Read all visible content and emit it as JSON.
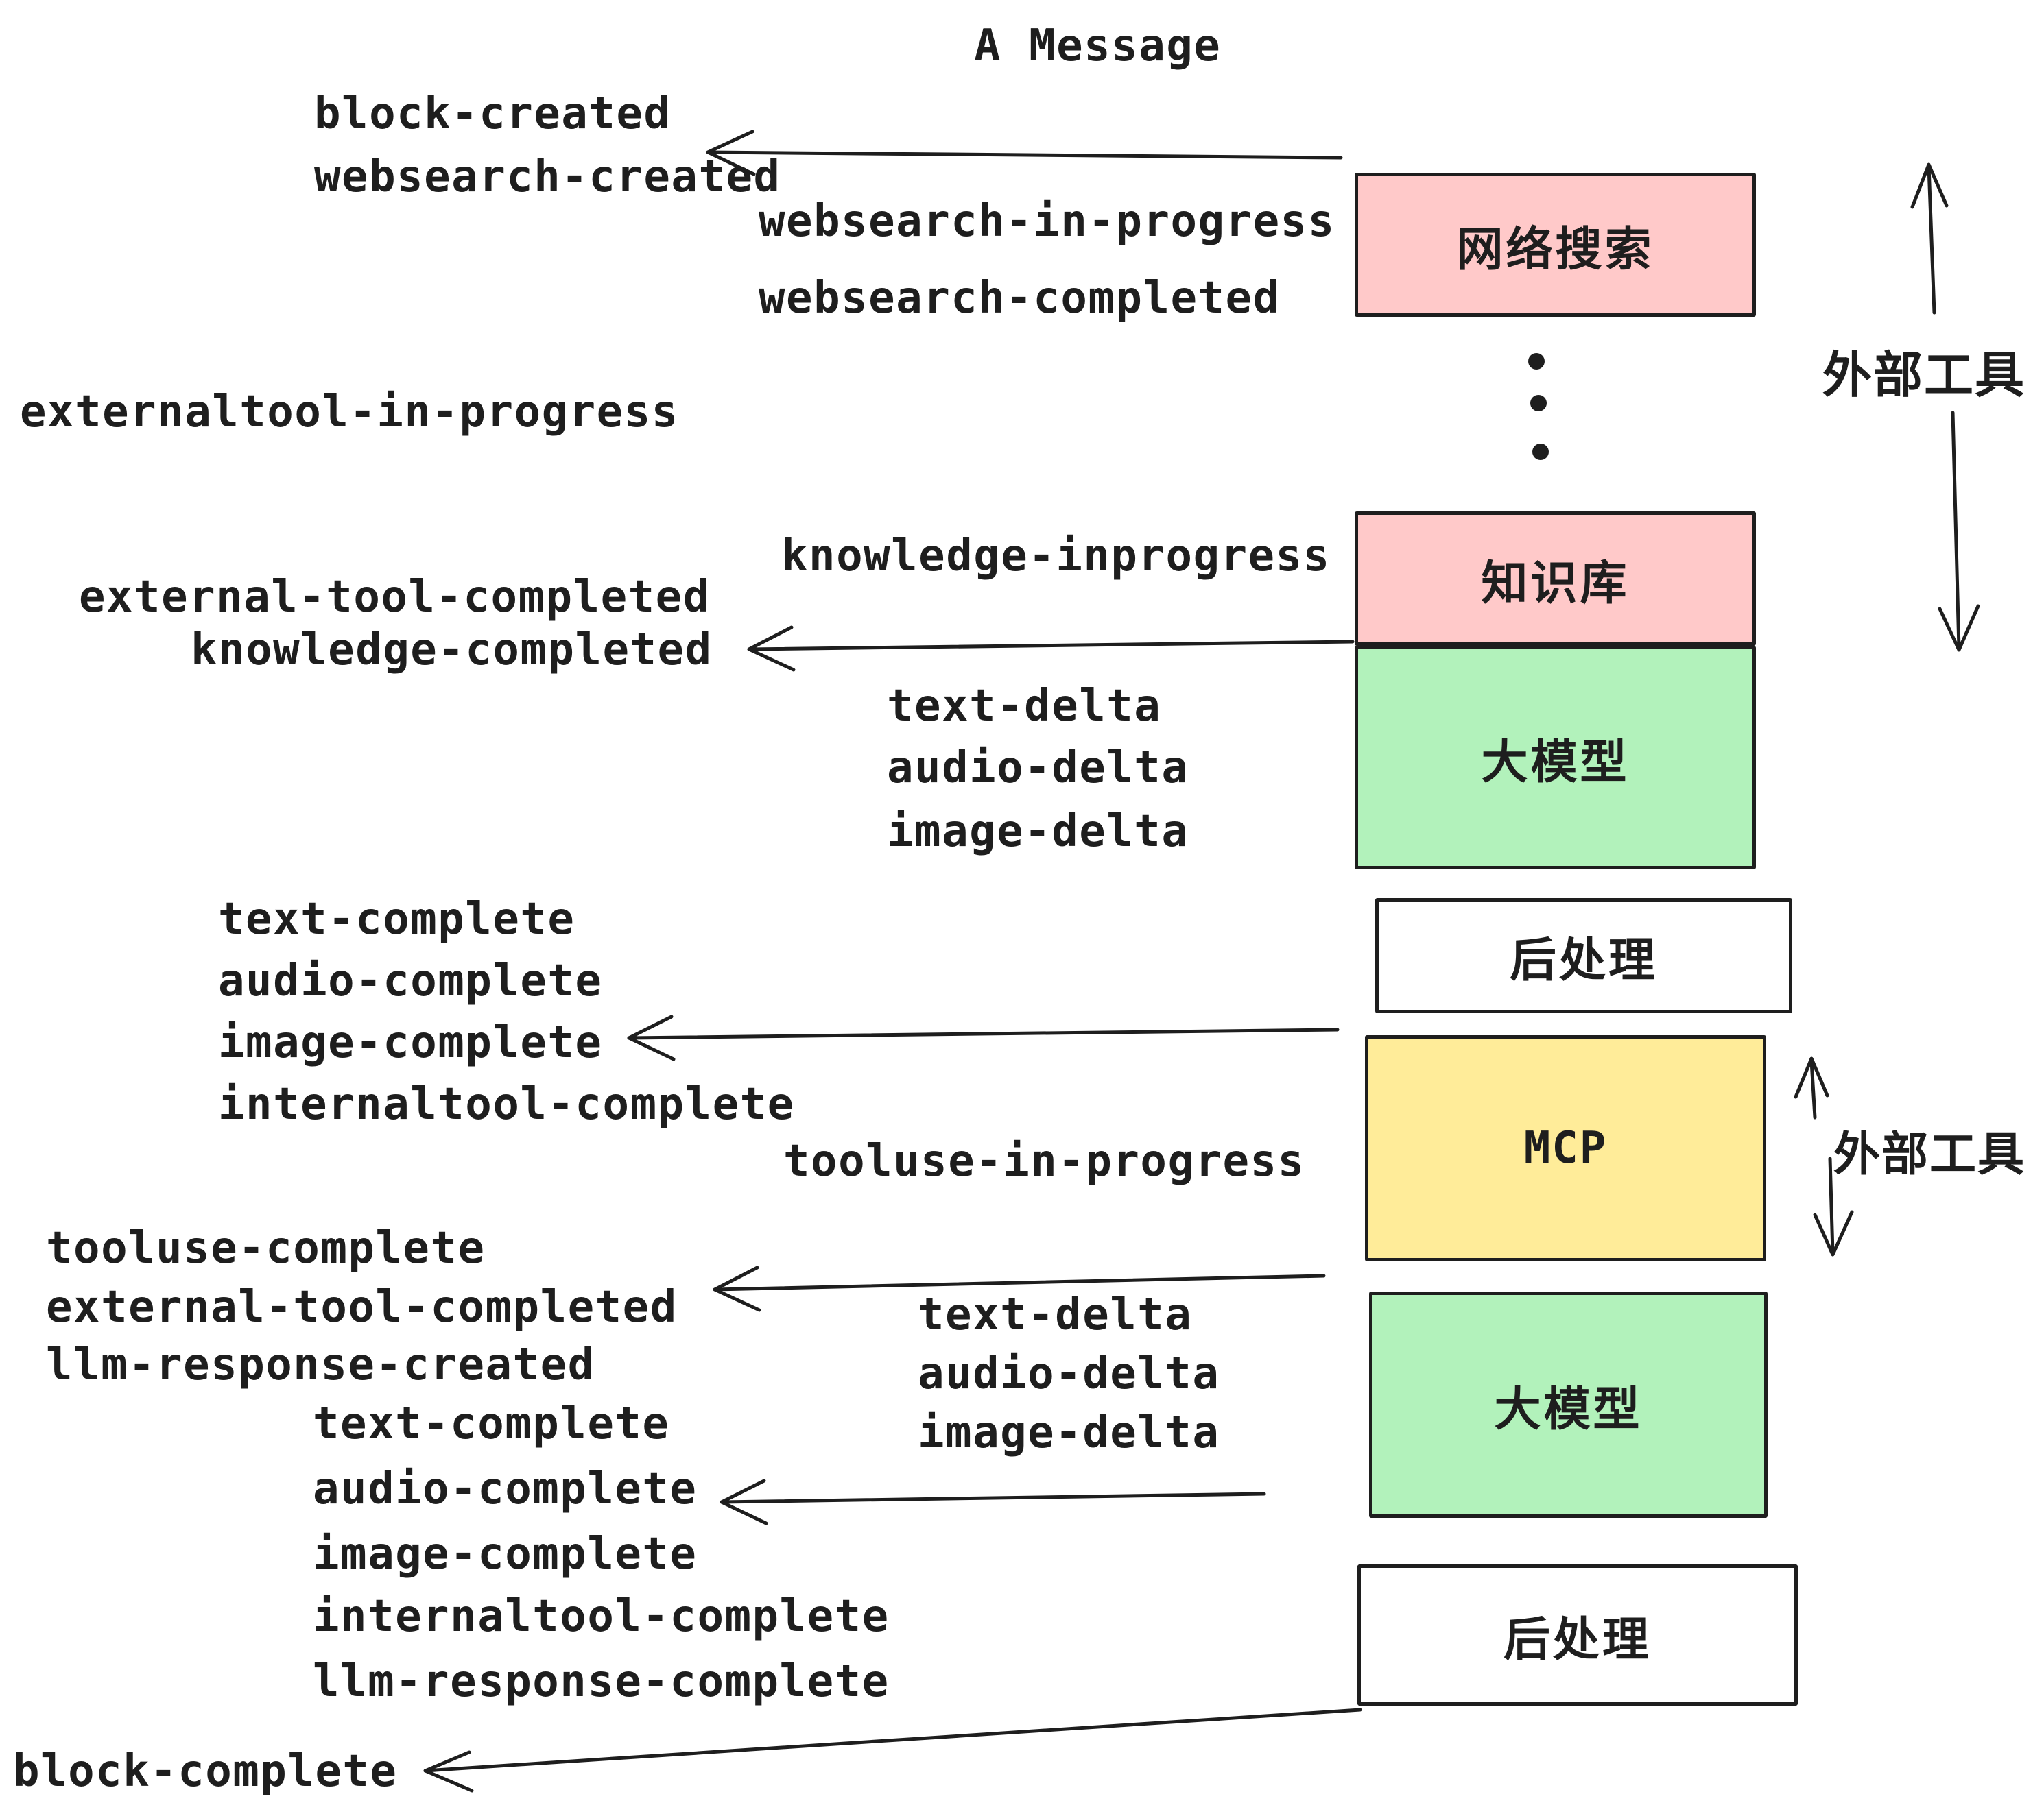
{
  "title": "A Message",
  "colors": {
    "ink": "#1e1e1e",
    "external_tool_box": "#ffc9c9",
    "llm_box": "#b2f2bb",
    "mcp_box": "#ffec99",
    "post_process_box": "#ffffff",
    "background": "#ffffff"
  },
  "events": {
    "block_created": "block-created",
    "websearch_created": "websearch-created",
    "websearch_in_progress": "websearch-in-progress",
    "websearch_completed": "websearch-completed",
    "externaltool_in_progress": "externaltool-in-progress",
    "knowledge_inprogress": "knowledge-inprogress",
    "external_tool_completed": "external-tool-completed",
    "knowledge_completed": "knowledge-completed",
    "text_delta": "text-delta",
    "audio_delta": "audio-delta",
    "image_delta": "image-delta",
    "text_complete": "text-complete",
    "audio_complete": "audio-complete",
    "image_complete": "image-complete",
    "internaltool_complete": "internaltool-complete",
    "tooluse_in_progress": "tooluse-in-progress",
    "tooluse_complete": "tooluse-complete",
    "llm_response_created": "llm-response-created",
    "llm_response_complete": "llm-response-complete",
    "block_complete": "block-complete"
  },
  "boxes": [
    {
      "label": "网络搜索",
      "fill": "#ffc9c9",
      "meaning": "web-search"
    },
    {
      "label": "知识库",
      "fill": "#ffc9c9",
      "meaning": "knowledge-base"
    },
    {
      "label": "大模型",
      "fill": "#b2f2bb",
      "meaning": "llm"
    },
    {
      "label": "后处理",
      "fill": "#ffffff",
      "meaning": "post-processing"
    },
    {
      "label": "MCP",
      "fill": "#ffec99",
      "meaning": "mcp"
    },
    {
      "label": "大模型",
      "fill": "#b2f2bb",
      "meaning": "llm"
    },
    {
      "label": "后处理",
      "fill": "#ffffff",
      "meaning": "post-processing"
    }
  ],
  "side_labels": [
    {
      "label": "外部工具",
      "meaning": "external-tools-range-top"
    },
    {
      "label": "外部工具",
      "meaning": "external-tools-range-mcp"
    }
  ],
  "arrows": [
    {
      "name": "arrow-websearch-to-block-created",
      "direction": "left"
    },
    {
      "name": "arrow-llm1-to-knowledge-completed",
      "direction": "left"
    },
    {
      "name": "arrow-mcp-to-image-complete",
      "direction": "left"
    },
    {
      "name": "arrow-llm2-to-tooluse-complete",
      "direction": "left"
    },
    {
      "name": "arrow-llm2-to-audio-complete",
      "direction": "left"
    },
    {
      "name": "arrow-postprocess2-to-block-complete",
      "direction": "left-down-diagonal"
    },
    {
      "name": "external-tools-span-arrow-up-1",
      "direction": "up"
    },
    {
      "name": "external-tools-span-arrow-down-1",
      "direction": "down"
    },
    {
      "name": "external-tools-span-arrow-up-2",
      "direction": "up"
    },
    {
      "name": "external-tools-span-arrow-down-2",
      "direction": "down"
    },
    {
      "name": "ellipsis-dots-between-external-tools",
      "count": 3
    }
  ]
}
